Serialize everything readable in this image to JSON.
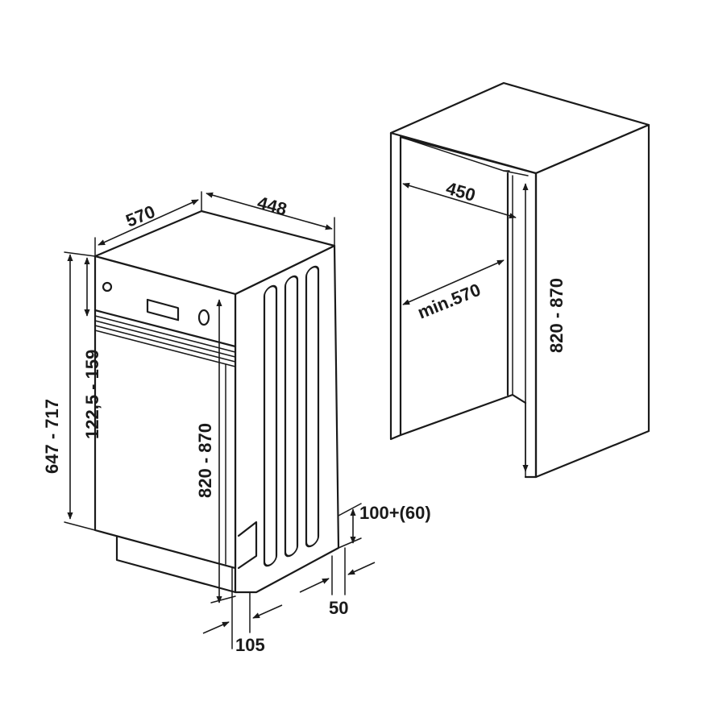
{
  "appliance": {
    "depth": "570",
    "width": "448",
    "door_height": "647 - 717",
    "panel_height": "122,5 - 159",
    "total_height": "820 - 870",
    "plinth_height": "100+(60)",
    "plinth_offset": "50",
    "recess": "105"
  },
  "niche": {
    "width": "450",
    "depth": "min.570",
    "height": "820 - 870"
  }
}
